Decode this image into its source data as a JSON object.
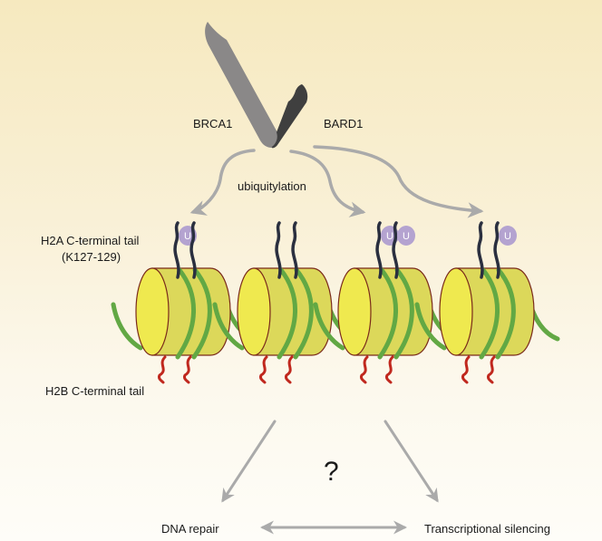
{
  "enzyme": {
    "subunit_left": "BRCA1",
    "subunit_right": "BARD1"
  },
  "process_label": "ubiquitylation",
  "labels": {
    "h2a_tail": "H2A C-terminal tail",
    "h2a_residues": "(K127-129)",
    "h2b_tail": "H2B C-terminal tail"
  },
  "nucleosomes": [
    {
      "ubiquitin_on_tails": [
        true,
        false
      ]
    },
    {
      "ubiquitin_on_tails": [
        false,
        false
      ]
    },
    {
      "ubiquitin_on_tails": [
        true,
        true
      ]
    },
    {
      "ubiquitin_on_tails": [
        false,
        true
      ]
    }
  ],
  "ubiquitin_label": "U",
  "question_mark": "?",
  "outcomes": {
    "left": "DNA repair",
    "right": "Transcriptional silencing"
  },
  "colors": {
    "brca1": "#8a8888",
    "bard1": "#3f3f3f",
    "arrow": "#aaaaaa",
    "histone_face": "#efe94f",
    "histone_body": "#dcd85a",
    "histone_outline": "#7a2a1a",
    "dna": "#62a844",
    "h2a_tail": "#2a2f3f",
    "h2b_tail": "#c0281e",
    "ubiquitin": "#b4a3d0"
  }
}
